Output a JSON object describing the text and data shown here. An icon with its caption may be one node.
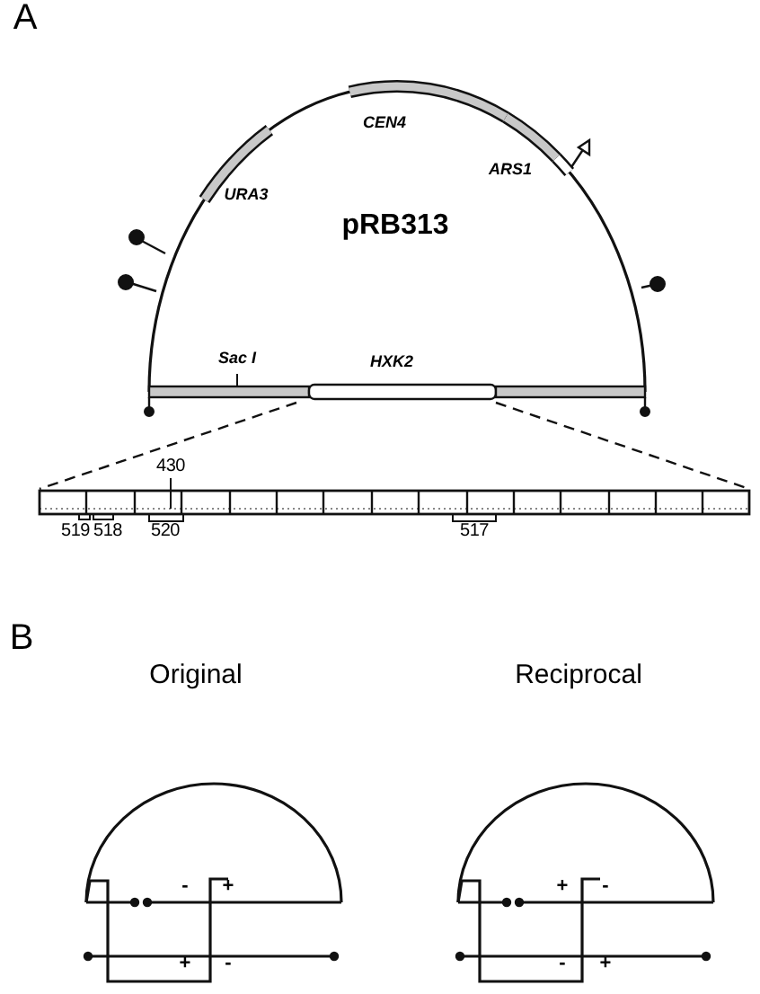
{
  "diagram": {
    "labels": [
      "A",
      "CEN4",
      "ARS1",
      "URA3",
      "pRB313",
      "Sac I",
      "HXK2",
      "430",
      "519",
      "518",
      "520",
      "517",
      "B",
      "Original",
      "Reciprocal",
      "-",
      "+",
      "+",
      "-",
      "+",
      "-",
      "-",
      "+"
    ]
  }
}
